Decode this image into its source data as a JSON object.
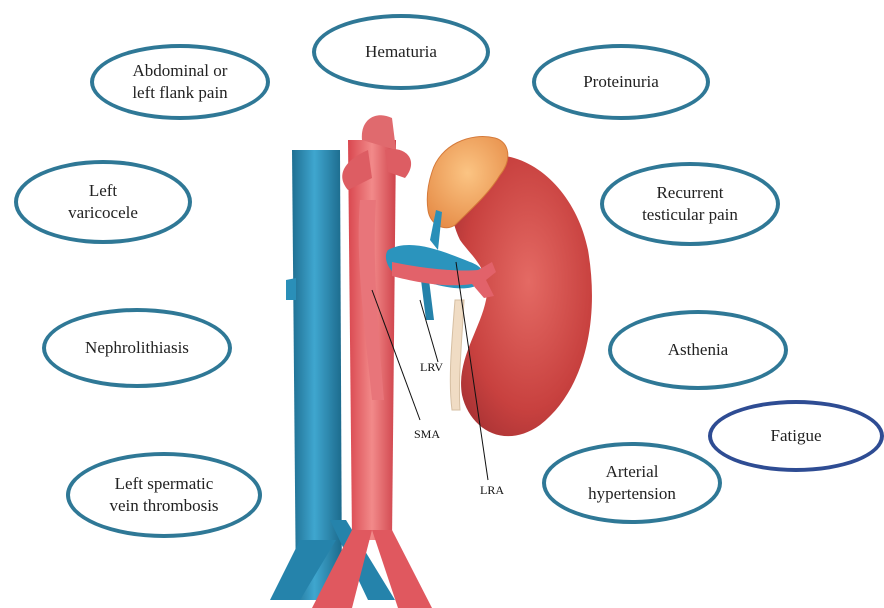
{
  "symptoms": [
    {
      "text": "Abdominal or\nleft flank pain"
    },
    {
      "text": "Hematuria"
    },
    {
      "text": "Proteinuria"
    },
    {
      "text": "Left\nvaricocele"
    },
    {
      "text": "Recurrent\ntesticular pain"
    },
    {
      "text": "Nephrolithiasis"
    },
    {
      "text": "Asthenia"
    },
    {
      "text": "Fatigue"
    },
    {
      "text": "Arterial\nhypertension"
    },
    {
      "text": "Left spermatic\nvein thrombosis"
    }
  ],
  "vessel_labels": {
    "lrv": "LRV",
    "sma": "SMA",
    "lra": "LRA"
  },
  "colors": {
    "oval_border": "#2f7896",
    "fatigue_border": "#2e4c93",
    "vein": "#2a8fb8",
    "artery": "#e5656a",
    "kidney": "#cf4a4a",
    "adrenal": "#f0a866"
  }
}
